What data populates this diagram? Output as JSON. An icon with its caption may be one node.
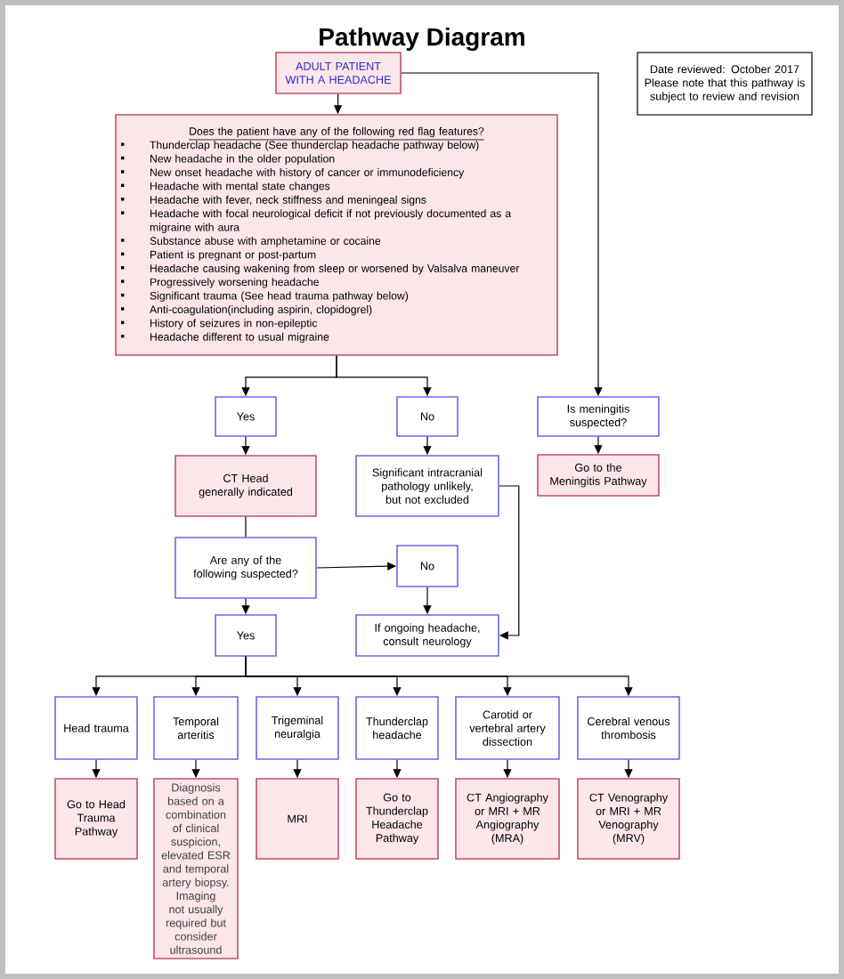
{
  "diagram": {
    "title": "Pathway Diagram",
    "nodes": [
      {
        "text": [
          "ADULT PATIENT WITH A HEADACHE"
        ]
      },
      {
        "text": [
          "Does the patient have any of the following red flag features?",
          "Thunderclap headache (See thunderclap headache pathway below)",
          "New headache in the older population",
          "New onset headache with history of cancer or immunodeficiency",
          "Headache with mental state changes",
          "Headache with fever, neck stiffness and meningeal signs",
          "Headache with focal neurological deficit if not previously documented as a migraine with aura",
          "Substance abuse with amphetamine or cocaine",
          "Patient is pregnant or post-partum",
          "Headache causing wakening from sleep or worsened by Valsalva maneuver",
          "Progressively worsening headache",
          "Significant trauma (See head trauma pathway below)",
          "Anti-coagulation(including aspirin, clopidogrel)",
          "History of seizures in non-epileptic",
          "Headache different to usual migraine"
        ]
      },
      {
        "text": [
          "Yes"
        ]
      },
      {
        "text": [
          "No"
        ]
      },
      {
        "text": [
          "Is meningitis suspected?"
        ]
      },
      {
        "text": [
          "CT Head generally indicated"
        ]
      },
      {
        "text": [
          "Significant intracranial pathology unlikely, but not excluded"
        ]
      },
      {
        "text": [
          "Go to the Meningitis Pathway"
        ]
      },
      {
        "text": [
          "Are any of the following suspected?"
        ]
      },
      {
        "text": [
          "No"
        ]
      },
      {
        "text": [
          "Yes"
        ]
      },
      {
        "text": [
          "If ongoing headache, consult neurology"
        ]
      },
      {
        "text": [
          "Head trauma"
        ]
      },
      {
        "text": [
          "Temporal arteritis"
        ]
      },
      {
        "text": [
          "Trigeminal neuralgia"
        ]
      },
      {
        "text": [
          "Thunderclap headache"
        ]
      },
      {
        "text": [
          "Carotid or vertebral artery dissection"
        ]
      },
      {
        "text": [
          "Cerebral venous thrombosis"
        ]
      },
      {
        "text": [
          "Go to Head Trauma Pathway"
        ]
      },
      {
        "text": [
          "Diagnosis based on a combination of clinical suspicion, elevated ESR and temporal artery biopsy. Imaging not usually required but consider ultrasound"
        ]
      },
      {
        "text": [
          "MRI"
        ]
      },
      {
        "text": [
          "Go to Thunderclap Headache Pathway"
        ]
      },
      {
        "text": [
          "CT Angiography or MRI + MR Angiography (MRA)"
        ]
      },
      {
        "text": [
          "CT Venography or MRI + MR Venography (MRV)"
        ]
      },
      {
        "text": [
          "Date reviewed: October 2017",
          "Please note that this pathway is subject to review and revision"
        ]
      }
    ],
    "edges": [
      {
        "from": 0,
        "to": 1,
        "arrow": "to"
      },
      {
        "from": 0,
        "to": 4,
        "arrow": "to"
      },
      {
        "from": 1,
        "to": 2,
        "arrow": "to"
      },
      {
        "from": 1,
        "to": 3,
        "arrow": "to"
      },
      {
        "from": 2,
        "to": 5,
        "arrow": "to"
      },
      {
        "from": 3,
        "to": 6,
        "arrow": "to"
      },
      {
        "from": 4,
        "to": 7,
        "arrow": "to"
      },
      {
        "from": 5,
        "to": 8,
        "arrow": "none"
      },
      {
        "from": 8,
        "to": 9,
        "arrow": "to"
      },
      {
        "from": 8,
        "to": 10,
        "arrow": "to"
      },
      {
        "from": 9,
        "to": 11,
        "arrow": "to"
      },
      {
        "from": 6,
        "to": 11,
        "arrow": "to"
      },
      {
        "from": 10,
        "to": 12,
        "arrow": "to"
      },
      {
        "from": 10,
        "to": 13,
        "arrow": "to"
      },
      {
        "from": 10,
        "to": 14,
        "arrow": "to"
      },
      {
        "from": 10,
        "to": 15,
        "arrow": "to"
      },
      {
        "from": 10,
        "to": 16,
        "arrow": "to"
      },
      {
        "from": 10,
        "to": 17,
        "arrow": "to"
      },
      {
        "from": 12,
        "to": 18,
        "arrow": "to"
      },
      {
        "from": 13,
        "to": 19,
        "arrow": "to"
      },
      {
        "from": 14,
        "to": 20,
        "arrow": "to"
      },
      {
        "from": 15,
        "to": 21,
        "arrow": "to"
      },
      {
        "from": 16,
        "to": 22,
        "arrow": "to"
      },
      {
        "from": 17,
        "to": 23,
        "arrow": "to"
      }
    ]
  }
}
